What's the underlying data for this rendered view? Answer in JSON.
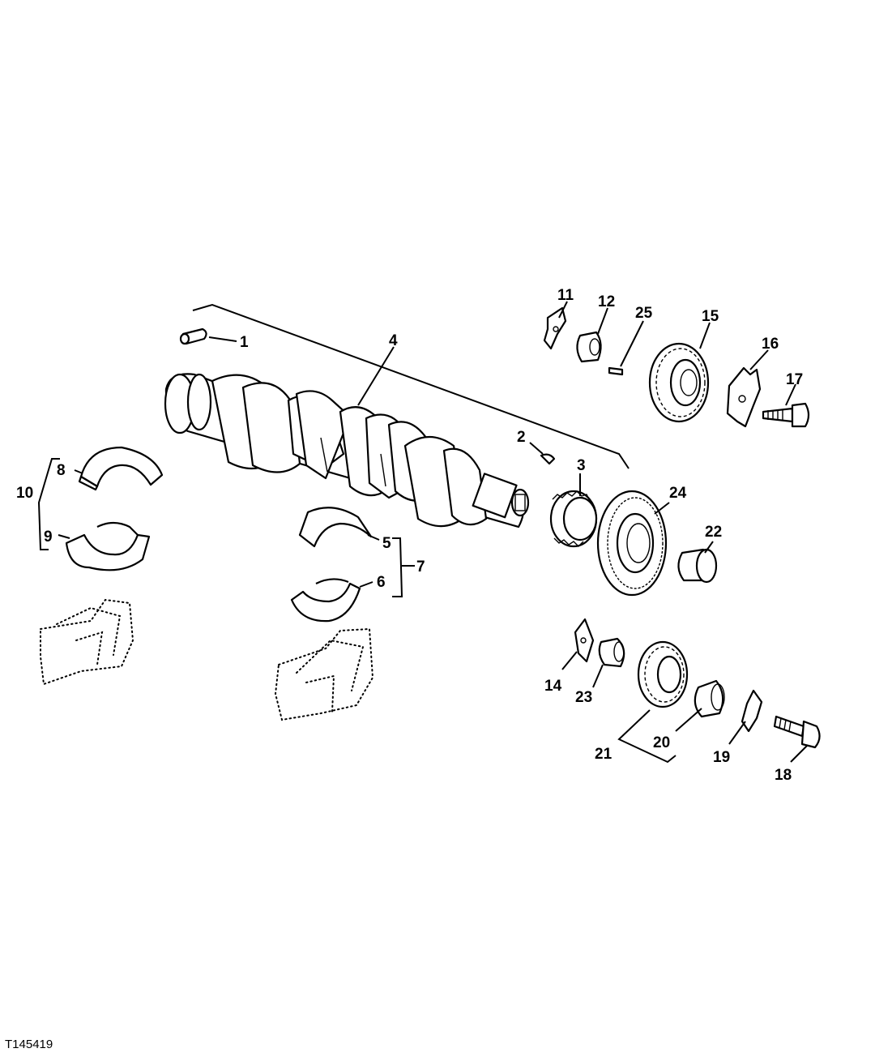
{
  "figure_id": "T145419",
  "callouts": [
    "1",
    "2",
    "3",
    "4",
    "5",
    "6",
    "7",
    "8",
    "9",
    "10",
    "11",
    "12",
    "14",
    "15",
    "16",
    "17",
    "18",
    "19",
    "20",
    "21",
    "22",
    "23",
    "24",
    "25"
  ],
  "icons": {
    "crankshaft": "crankshaft-icon",
    "bearings": "bearing-shell-icon",
    "gears": "gear-icon",
    "bolts": "bolt-icon"
  }
}
